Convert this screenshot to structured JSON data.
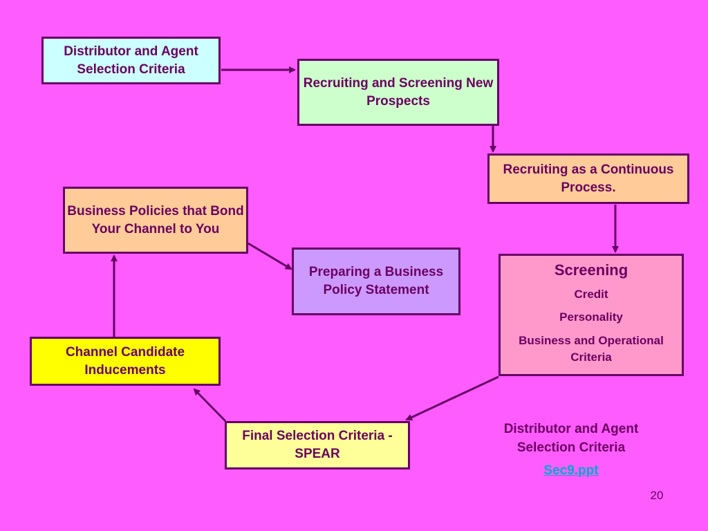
{
  "boxes": {
    "distributor_criteria": "Distributor and Agent Selection Criteria",
    "recruiting_screening": "Recruiting and Screening New Prospects",
    "continuous_process": "Recruiting as a Continuous Process.",
    "business_policies": "Business Policies that Bond Your Channel to You",
    "policy_statement": "Preparing a Business Policy Statement",
    "screening": {
      "title": "Screening",
      "items": [
        "Credit",
        "Personality",
        "Business and Operational Criteria"
      ]
    },
    "inducements": "Channel Candidate Inducements",
    "final_selection": "Final Selection Criteria - SPEAR"
  },
  "footer": {
    "title": "Distributor and Agent Selection Criteria",
    "link": "Sec9.ppt",
    "page_number": "20"
  },
  "colors": {
    "background": "#ff5cff",
    "border": "#660066",
    "text": "#6b0060",
    "link": "#00aacc"
  }
}
